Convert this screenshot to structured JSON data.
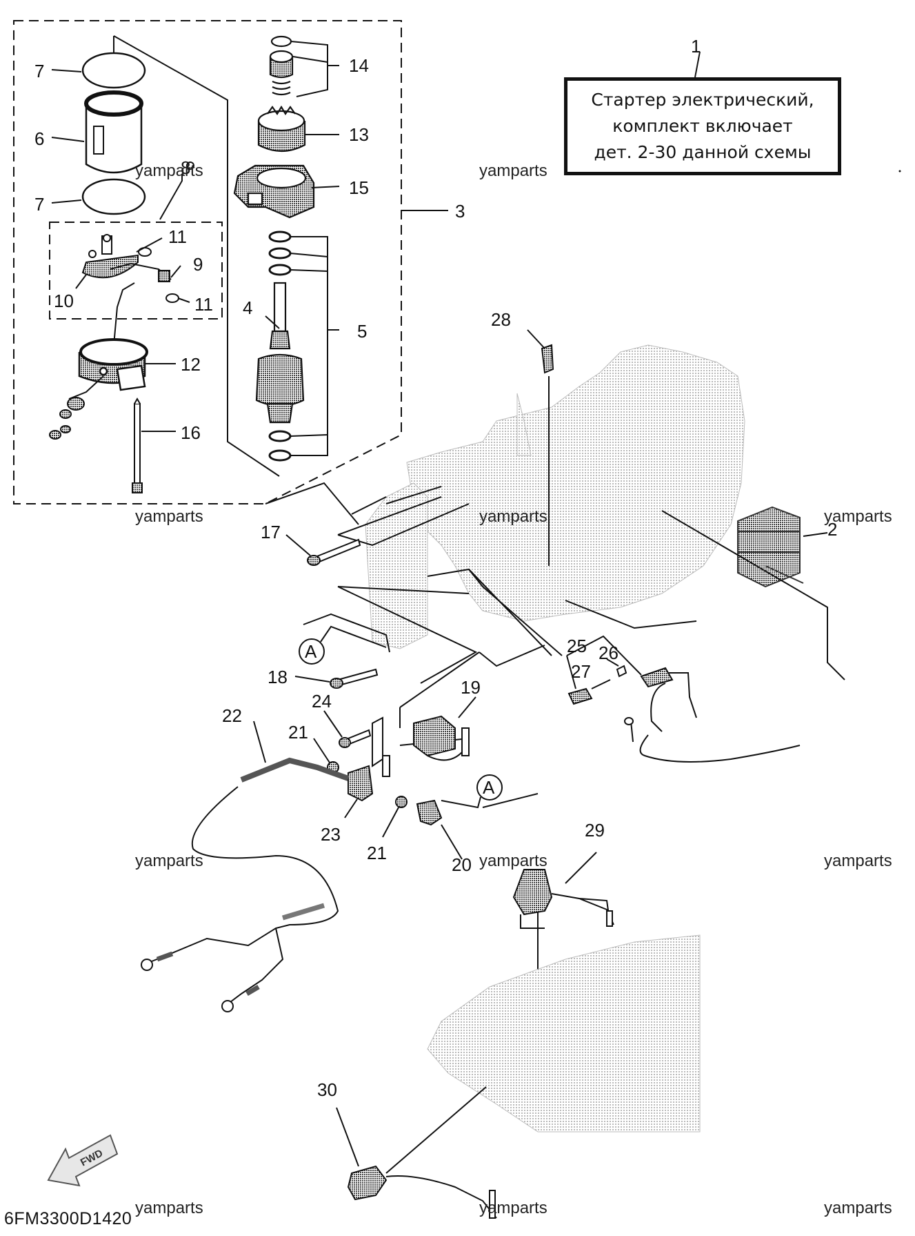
{
  "note": {
    "lines": [
      "Стартер электрический,",
      "комплект включает",
      "дет. 2-30 данной схемы"
    ]
  },
  "callouts": [
    "1",
    "2",
    "3",
    "4",
    "5",
    "6",
    "7",
    "7",
    "8",
    "9",
    "10",
    "11",
    "11",
    "12",
    "13",
    "14",
    "15",
    "16",
    "17",
    "18",
    "19",
    "20",
    "21",
    "21",
    "22",
    "23",
    "24",
    "25",
    "26",
    "27",
    "28",
    "29",
    "30",
    "A",
    "A"
  ],
  "watermark": "yamparts",
  "fwd_label": "FWD",
  "diagram_code": "6FM3300D1420",
  "colors": {
    "line": "#111111",
    "stipple": "#c9c9c9",
    "part_fill": "#555555"
  }
}
